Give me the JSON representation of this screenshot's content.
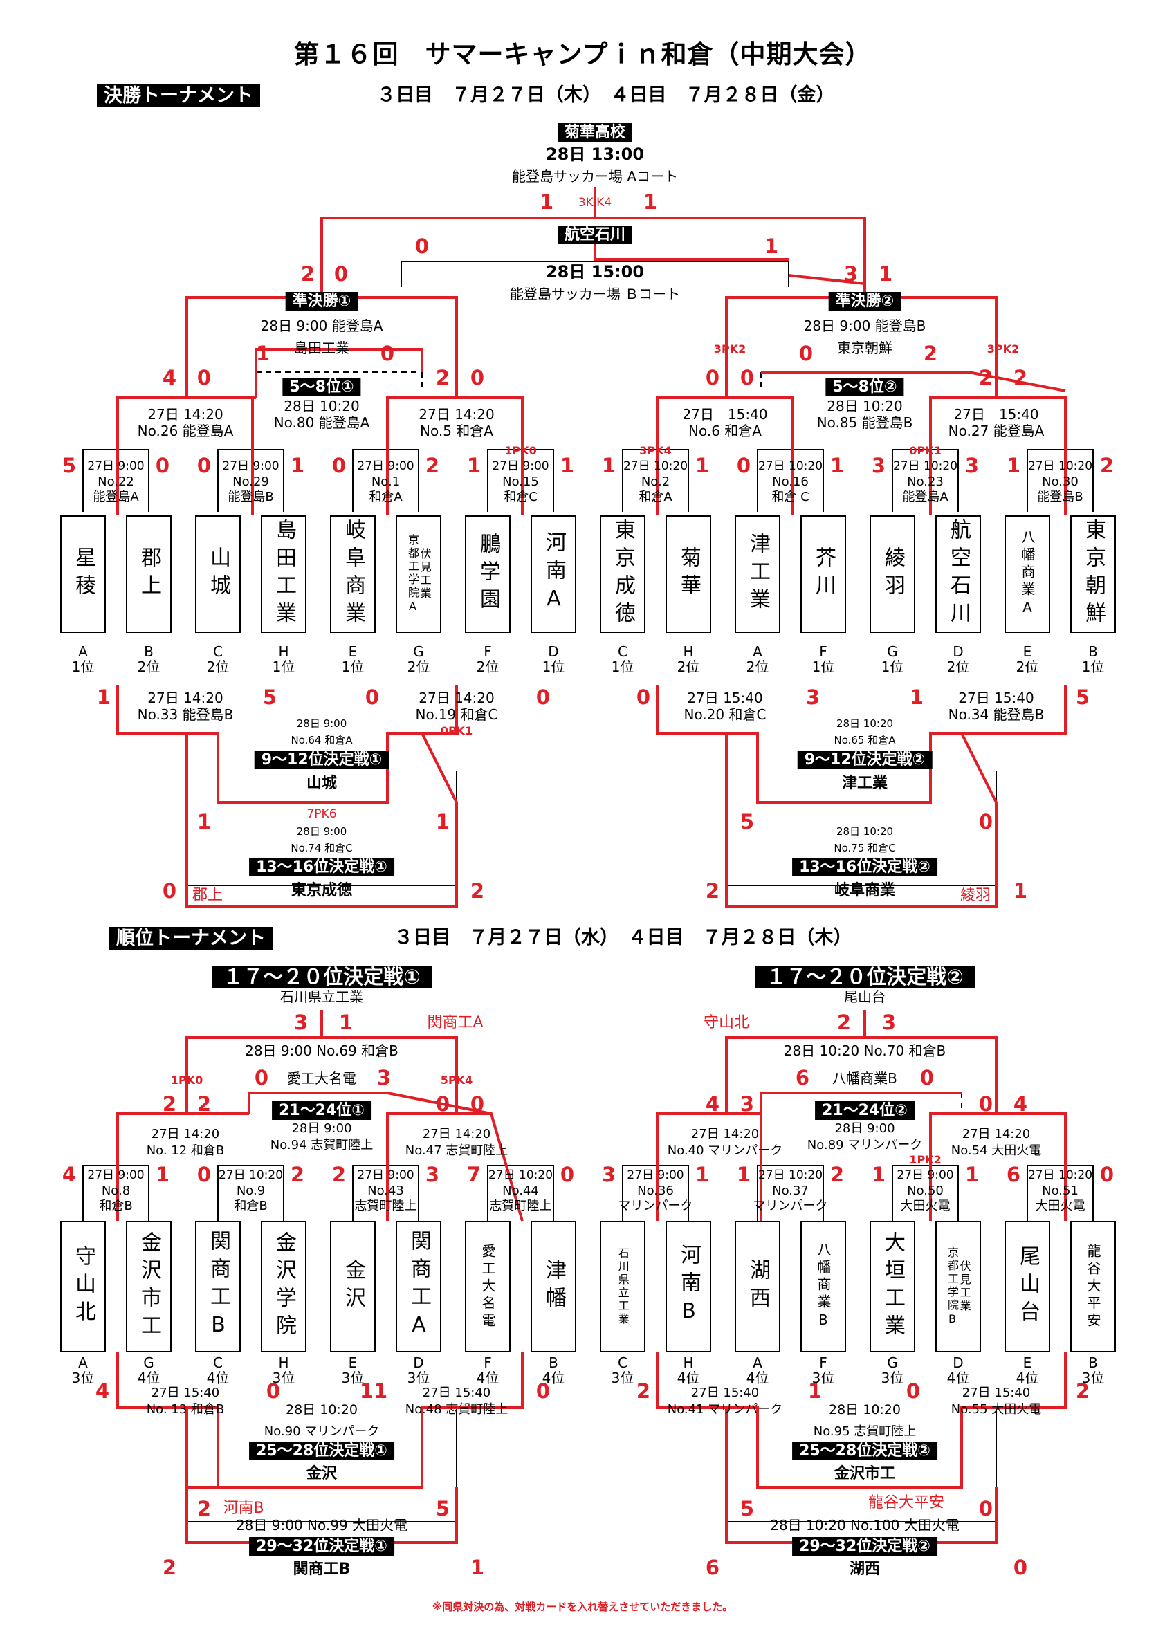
{
  "title": "第１６回　サマーキャンプｉｎ和倉（中期大会）",
  "final_section": {
    "label": "決勝トーナメント",
    "dates": "３日目　７月２７日（木）　４日目　７月２８日（金）",
    "champion": "菊華高校",
    "final_time": "28日 13:00",
    "final_venue": "能登島サッカー場 Aコート",
    "final_score_l": "1",
    "final_pk": "3K-K4",
    "final_score_r": "1",
    "third": "航空石川",
    "third_time": "28日 15:00",
    "third_venue": "能登島サッカー場 Ｂコート",
    "third_score_l": "0",
    "third_score_r": "1",
    "sf1": {
      "label": "準決勝①",
      "time": "28日 9:00 能登島A",
      "winner": "島田工業",
      "sl": "2",
      "sr": "0"
    },
    "sf2": {
      "label": "準決勝②",
      "time": "28日 9:00 能登島B",
      "winner": "東京朝鮮",
      "sl": "3",
      "sr": "1"
    },
    "p58a": {
      "label": "5～8位①",
      "time": "28日 10:20",
      "no": "No.80 能登島A",
      "sl": "1",
      "sr": "0"
    },
    "p58b": {
      "label": "5～8位②",
      "time": "28日 10:20",
      "no": "No.85 能登島B",
      "sl": "0",
      "sr": "2"
    },
    "qf1": {
      "time": "27日 14:20",
      "no": "No.26 能登島A",
      "sl": "4",
      "sr": "0"
    },
    "qf2": {
      "time": "27日 14:20",
      "no": "No.5 和倉A",
      "sl": "2",
      "sr": "0"
    },
    "qf3": {
      "time": "27日　15:40",
      "no": "No.6 和倉A",
      "sl": "0",
      "sr": "0",
      "pk": "3PK2"
    },
    "qf4": {
      "time": "27日　15:40",
      "no": "No.27 能登島A",
      "sl": "2",
      "sr": "2",
      "pk": "3PK2"
    },
    "r1": [
      {
        "time": "27日 9:00",
        "no": "No.22",
        "venue": "能登島A",
        "sl": "5",
        "sr": "0"
      },
      {
        "time": "27日 9:00",
        "no": "No.29",
        "venue": "能登島B",
        "sl": "0",
        "sr": "1"
      },
      {
        "time": "27日 9:00",
        "no": "No.1",
        "venue": "和倉A",
        "sl": "0",
        "sr": "2"
      },
      {
        "time": "27日 9:00",
        "no": "No.15",
        "venue": "和倉C",
        "sl": "1",
        "sr": "1",
        "pk": "1PK0"
      },
      {
        "time": "27日 10:20",
        "no": "No.2",
        "venue": "和倉A",
        "sl": "1",
        "sr": "1",
        "pk": "3PK4"
      },
      {
        "time": "27日 10:20",
        "no": "No.16",
        "venue": "和倉 C",
        "sl": "0",
        "sr": "1"
      },
      {
        "time": "27日 10:20",
        "no": "No.23",
        "venue": "能登島A",
        "sl": "3",
        "sr": "3",
        "pk": "0PK1"
      },
      {
        "time": "27日 10:20",
        "no": "No.30",
        "venue": "能登島B",
        "sl": "1",
        "sr": "2"
      }
    ],
    "teams": [
      {
        "name": "星稜",
        "seed": "A",
        "rank": "1位"
      },
      {
        "name": "郡上",
        "seed": "B",
        "rank": "2位"
      },
      {
        "name": "山城",
        "seed": "C",
        "rank": "2位"
      },
      {
        "name": "島田工業",
        "seed": "H",
        "rank": "1位"
      },
      {
        "name": "岐阜商業",
        "seed": "E",
        "rank": "1位"
      },
      {
        "name": "京都工学院A",
        "seed": "G",
        "rank": "2位",
        "alt": "伏見工業"
      },
      {
        "name": "鵬学園",
        "seed": "F",
        "rank": "2位"
      },
      {
        "name": "河南A",
        "seed": "D",
        "rank": "1位"
      },
      {
        "name": "東京成徳",
        "seed": "C",
        "rank": "1位"
      },
      {
        "name": "菊華",
        "seed": "H",
        "rank": "2位"
      },
      {
        "name": "津工業",
        "seed": "A",
        "rank": "2位"
      },
      {
        "name": "芥川",
        "seed": "F",
        "rank": "1位"
      },
      {
        "name": "綾羽",
        "seed": "G",
        "rank": "1位"
      },
      {
        "name": "航空石川",
        "seed": "D",
        "rank": "2位"
      },
      {
        "name": "八幡商業A",
        "seed": "E",
        "rank": "2位"
      },
      {
        "name": "東京朝鮮",
        "seed": "B",
        "rank": "1位"
      }
    ],
    "lower": [
      {
        "time": "27日 14:20",
        "no": "No.33 能登島B",
        "sl": "1",
        "sr": "5"
      },
      {
        "time": "27日 14:20",
        "no": "No.19 和倉C",
        "sl": "0",
        "sr": "0",
        "pk": "0PK1"
      },
      {
        "time": "27日 15:40",
        "no": "No.20 和倉C",
        "sl": "0",
        "sr": "3"
      },
      {
        "time": "27日 15:40",
        "no": "No.34 能登島B",
        "sl": "1",
        "sr": "5"
      }
    ],
    "p912a": {
      "time": "28日 9:00",
      "no": "No.64 和倉A",
      "label": "9～12位決定戦①",
      "winner": "山城",
      "sl": "1",
      "sr": "1",
      "pk": "7PK6"
    },
    "p1316a": {
      "time": "28日 9:00",
      "no": "No.74 和倉C",
      "label": "13～16位決定戦①",
      "winner": "東京成徳",
      "sl": "0",
      "sr": "2",
      "loser": "郡上"
    },
    "p912b": {
      "time": "28日 10:20",
      "no": "No.65 和倉A",
      "label": "9～12位決定戦②",
      "winner": "津工業",
      "sl": "5",
      "sr": "0"
    },
    "p1316b": {
      "time": "28日 10:20",
      "no": "No.75 和倉C",
      "label": "13～16位決定戦②",
      "winner": "岐阜商業",
      "sl": "2",
      "sr": "1",
      "loser": "綾羽"
    }
  },
  "rank_section": {
    "label": "順位トーナメント",
    "dates": "３日目　７月２７日（水）　４日目　７月２８日（木）",
    "p1720a": {
      "label": "１７～２０位決定戦①",
      "winner": "石川県立工業",
      "time": "28日 9:00 No.69 和倉B",
      "sl": "3",
      "sr": "1",
      "side": "関商工A"
    },
    "p1720b": {
      "label": "１７～２０位決定戦②",
      "winner": "尾山台",
      "time": "28日 10:20 No.70 和倉B",
      "sl": "2",
      "sr": "3",
      "side": "守山北"
    },
    "p2124a": {
      "label": "21～24位①",
      "time": "28日 9:00",
      "no": "No.94 志賀町陸上",
      "winner": "愛工大名電",
      "sl": "0",
      "sr": "3"
    },
    "p2124b": {
      "label": "21～24位②",
      "time": "28日 9:00",
      "no": "No.89 マリンパーク",
      "winner": "八幡商業B",
      "sl": "6",
      "sr": "0"
    },
    "qf1": {
      "time": "27日 14:20",
      "no": "No. 12 和倉B",
      "sl": "2",
      "sr": "2",
      "pk": "1PK0"
    },
    "qf2": {
      "time": "27日 14:20",
      "no": "No.47 志賀町陸上",
      "sl": "0",
      "sr": "0",
      "pk": "5PK4"
    },
    "qf3": {
      "time": "27日 14:20",
      "no": "No.40 マリンパーク",
      "sl": "4",
      "sr": "3"
    },
    "qf4": {
      "time": "27日 14:20",
      "no": "No.54 大田火電",
      "sl": "0",
      "sr": "4"
    },
    "r1": [
      {
        "time": "27日 9:00",
        "no": "No.8",
        "venue": "和倉B",
        "sl": "4",
        "sr": "1"
      },
      {
        "time": "27日 10:20",
        "no": "No.9",
        "venue": "和倉B",
        "sl": "0",
        "sr": "2"
      },
      {
        "time": "27日 9:00",
        "no": "No.43",
        "venue": "志賀町陸上",
        "sl": "2",
        "sr": "3"
      },
      {
        "time": "27日 10:20",
        "no": "No.44",
        "venue": "志賀町陸上",
        "sl": "7",
        "sr": "0"
      },
      {
        "time": "27日 9:00",
        "no": "No.36",
        "venue": "マリンパーク",
        "sl": "3",
        "sr": "1"
      },
      {
        "time": "27日 10:20",
        "no": "No.37",
        "venue": "マリンパーク",
        "sl": "1",
        "sr": "2"
      },
      {
        "time": "27日 9:00",
        "no": "No.50",
        "venue": "大田火電",
        "sl": "1",
        "sr": "1",
        "pk": "1PK2"
      },
      {
        "time": "27日 10:20",
        "no": "No.51",
        "venue": "大田火電",
        "sl": "6",
        "sr": "0"
      }
    ],
    "teams": [
      {
        "name": "守山北",
        "seed": "A",
        "rank": "3位"
      },
      {
        "name": "金沢市工",
        "seed": "G",
        "rank": "4位"
      },
      {
        "name": "関商工B",
        "seed": "C",
        "rank": "4位"
      },
      {
        "name": "金沢学院",
        "seed": "H",
        "rank": "3位"
      },
      {
        "name": "金沢",
        "seed": "E",
        "rank": "3位"
      },
      {
        "name": "関商工A",
        "seed": "D",
        "rank": "3位"
      },
      {
        "name": "愛工大名電",
        "seed": "F",
        "rank": "4位"
      },
      {
        "name": "津幡",
        "seed": "B",
        "rank": "4位"
      },
      {
        "name": "石川県立工業",
        "seed": "C",
        "rank": "3位"
      },
      {
        "name": "河南B",
        "seed": "H",
        "rank": "4位"
      },
      {
        "name": "湖西",
        "seed": "A",
        "rank": "4位"
      },
      {
        "name": "八幡商業B",
        "seed": "F",
        "rank": "3位"
      },
      {
        "name": "大垣工業",
        "seed": "G",
        "rank": "3位"
      },
      {
        "name": "京都工学院B",
        "seed": "D",
        "rank": "4位",
        "alt": "伏見工業"
      },
      {
        "name": "尾山台",
        "seed": "E",
        "rank": "4位"
      },
      {
        "name": "龍谷大平安",
        "seed": "B",
        "rank": "3位"
      }
    ],
    "lower": [
      {
        "time": "27日 15:40",
        "no": "No. 13 和倉B",
        "sl": "4",
        "sr": "0"
      },
      {
        "time": "27日 15:40",
        "no": "No.48 志賀町陸上",
        "sl": "11",
        "sr": "0"
      },
      {
        "time": "27日 15:40",
        "no": "No.41 マリンパーク",
        "sl": "2",
        "sr": "1"
      },
      {
        "time": "27日 15:40",
        "no": "No.55 大田火電",
        "sl": "0",
        "sr": "2"
      }
    ],
    "p2528a": {
      "time": "28日 10:20",
      "no": "No.90 マリンパーク",
      "label": "25～28位決定戦①",
      "winner": "金沢"
    },
    "p2932a": {
      "time": "28日 9:00 No.99 大田火電",
      "label": "29～32位決定戦①",
      "winner": "関商工B",
      "sl": "2",
      "sr": "5",
      "sl2": "2",
      "sr2": "1",
      "side": "河南B"
    },
    "p2528b": {
      "time": "28日 10:20",
      "no": "No.95 志賀町陸上",
      "label": "25～28位決定戦②",
      "winner": "金沢市工"
    },
    "p2932b": {
      "time": "28日 10:20 No.100 大田火電",
      "label": "29～32位決定戦②",
      "winner": "湖西",
      "sl": "5",
      "sr": "0",
      "sl2": "6",
      "sr2": "0",
      "side": "龍谷大平安"
    }
  },
  "note": "※同県対決の為、対戦カードを入れ替えさせていただきました。"
}
